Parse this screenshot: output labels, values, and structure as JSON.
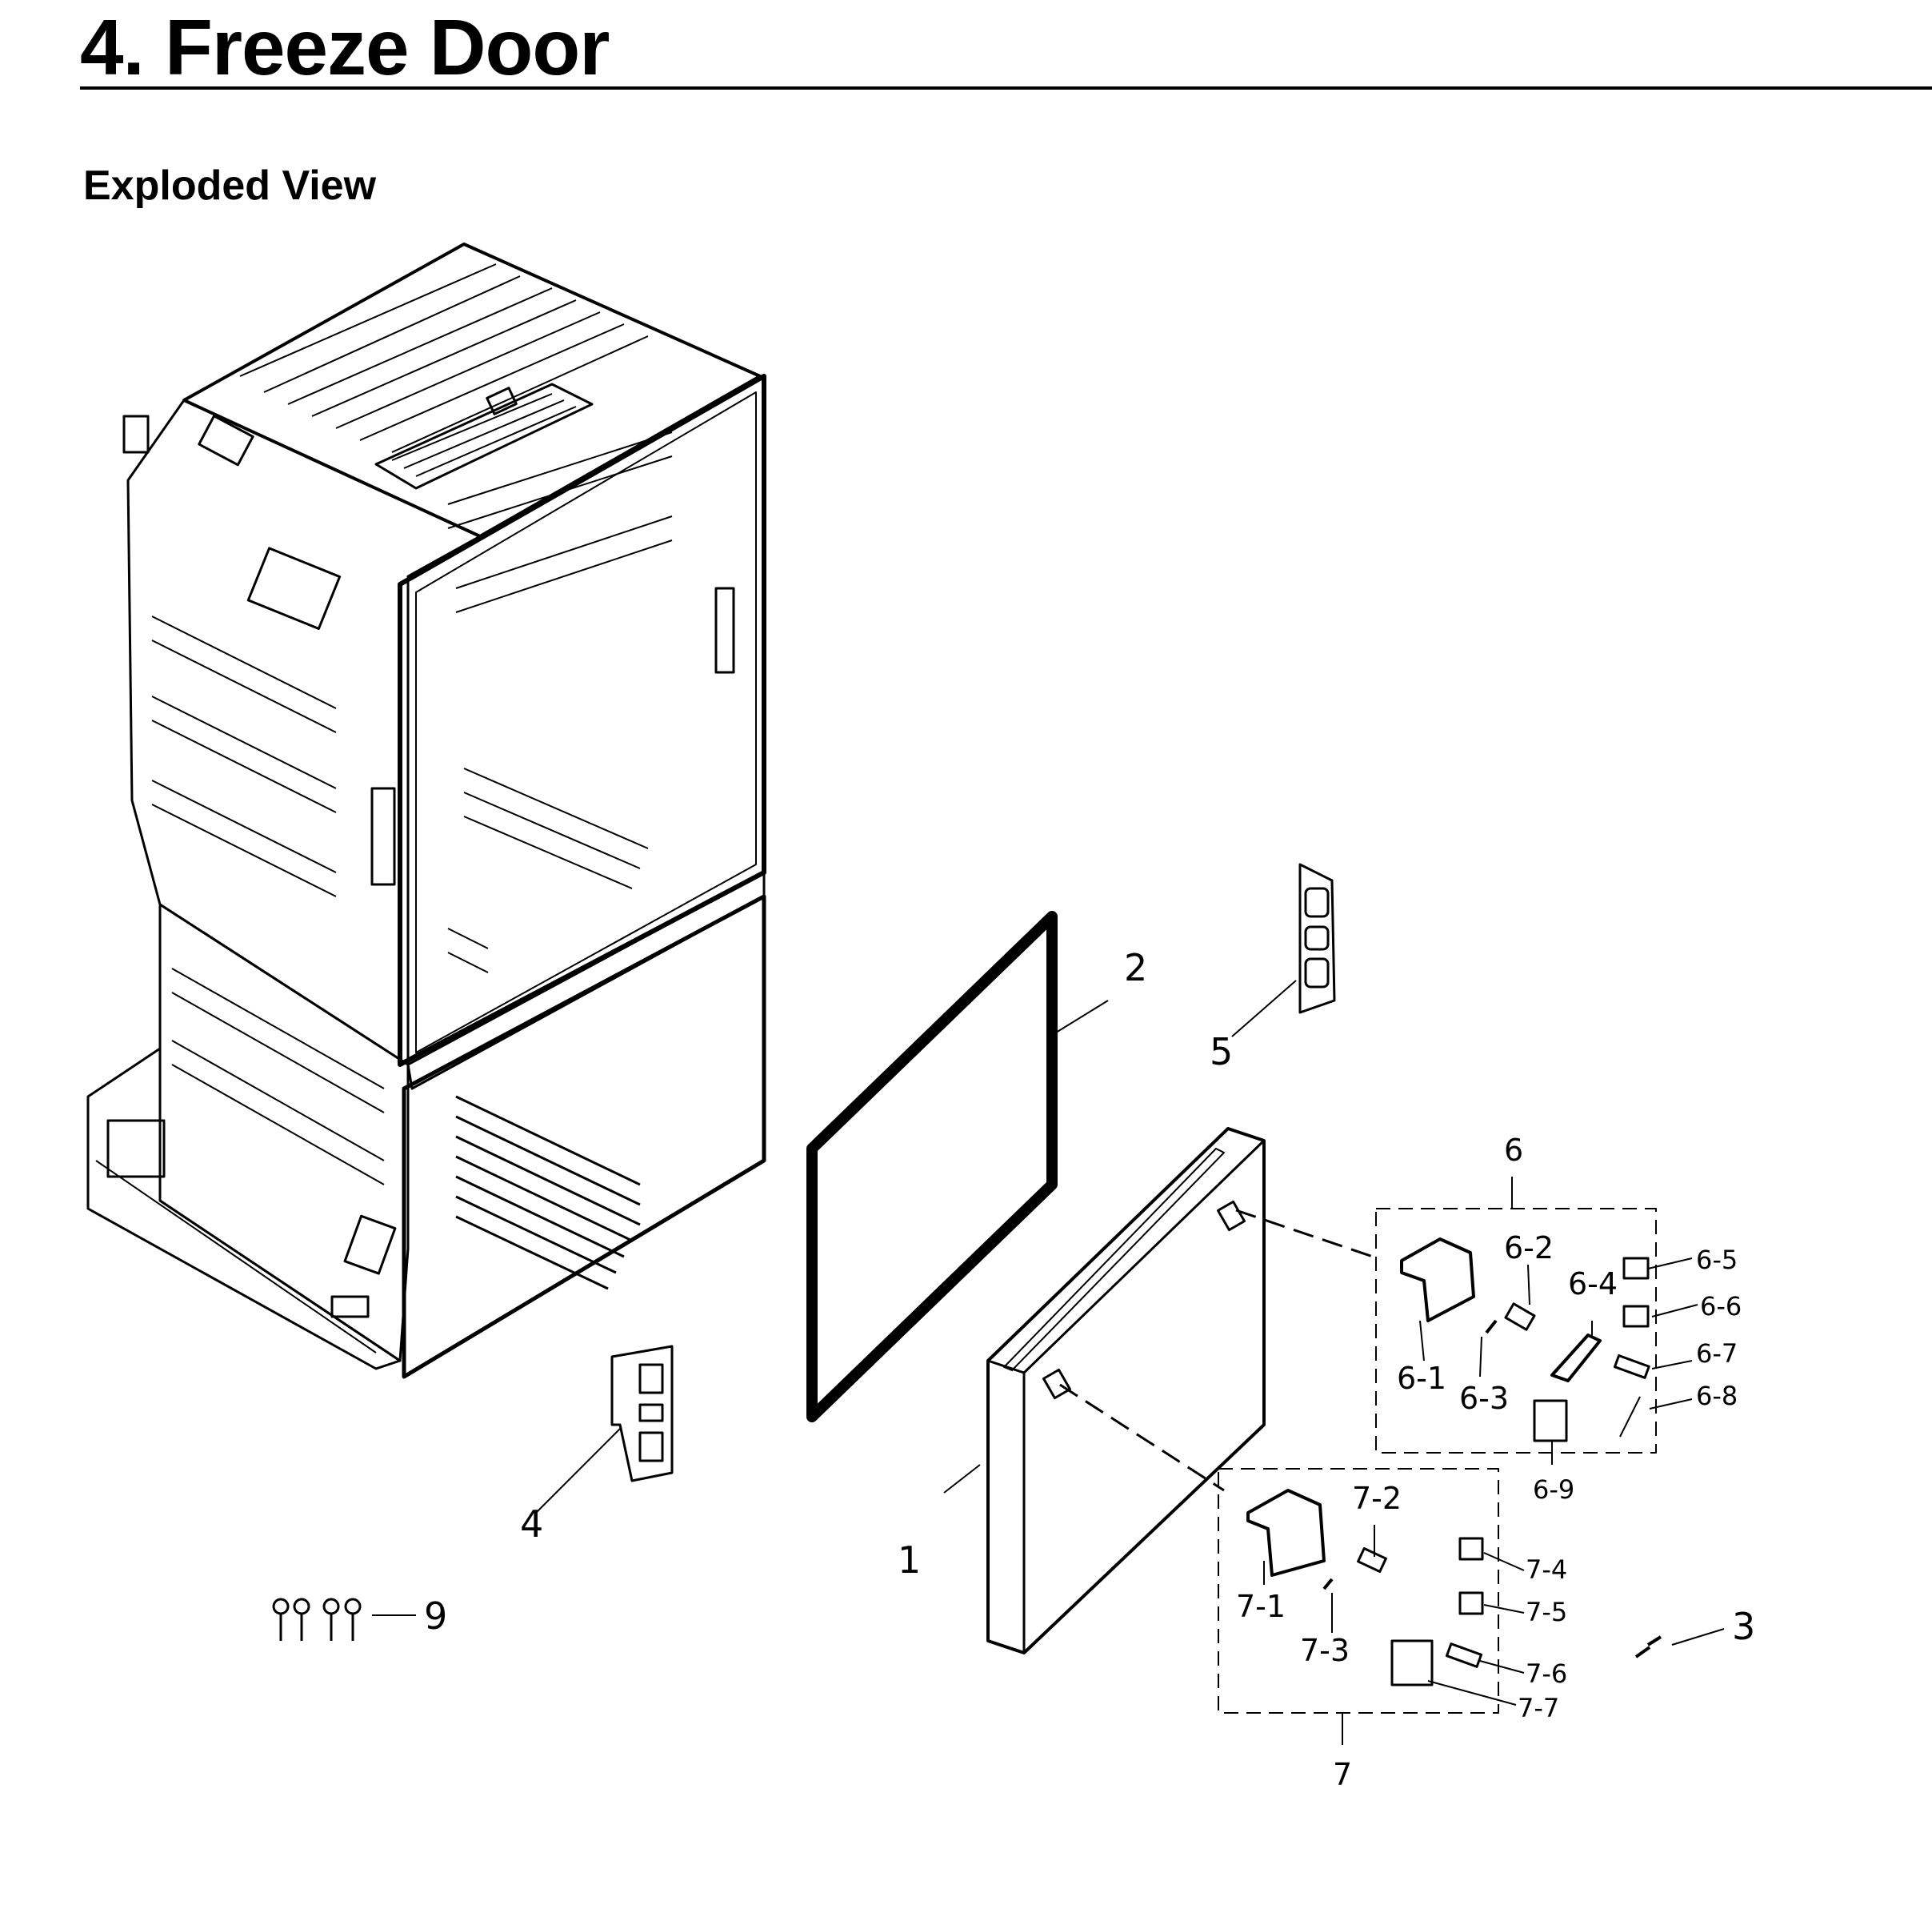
{
  "header": {
    "title": "4.  Freeze Door",
    "subtitle": "Exploded View"
  },
  "callouts": {
    "c1": "1",
    "c2": "2",
    "c3": "3",
    "c4": "4",
    "c5": "5",
    "c6": "6",
    "c6_1": "6-1",
    "c6_2": "6-2",
    "c6_3": "6-3",
    "c6_4": "6-4",
    "c6_5": "6-5",
    "c6_6": "6-6",
    "c6_7": "6-7",
    "c6_8": "6-8",
    "c6_9": "6-9",
    "c7": "7",
    "c7_1": "7-1",
    "c7_2": "7-2",
    "c7_3": "7-3",
    "c7_4": "7-4",
    "c7_5": "7-5",
    "c7_6": "7-6",
    "c7_7": "7-7",
    "c9": "9"
  }
}
